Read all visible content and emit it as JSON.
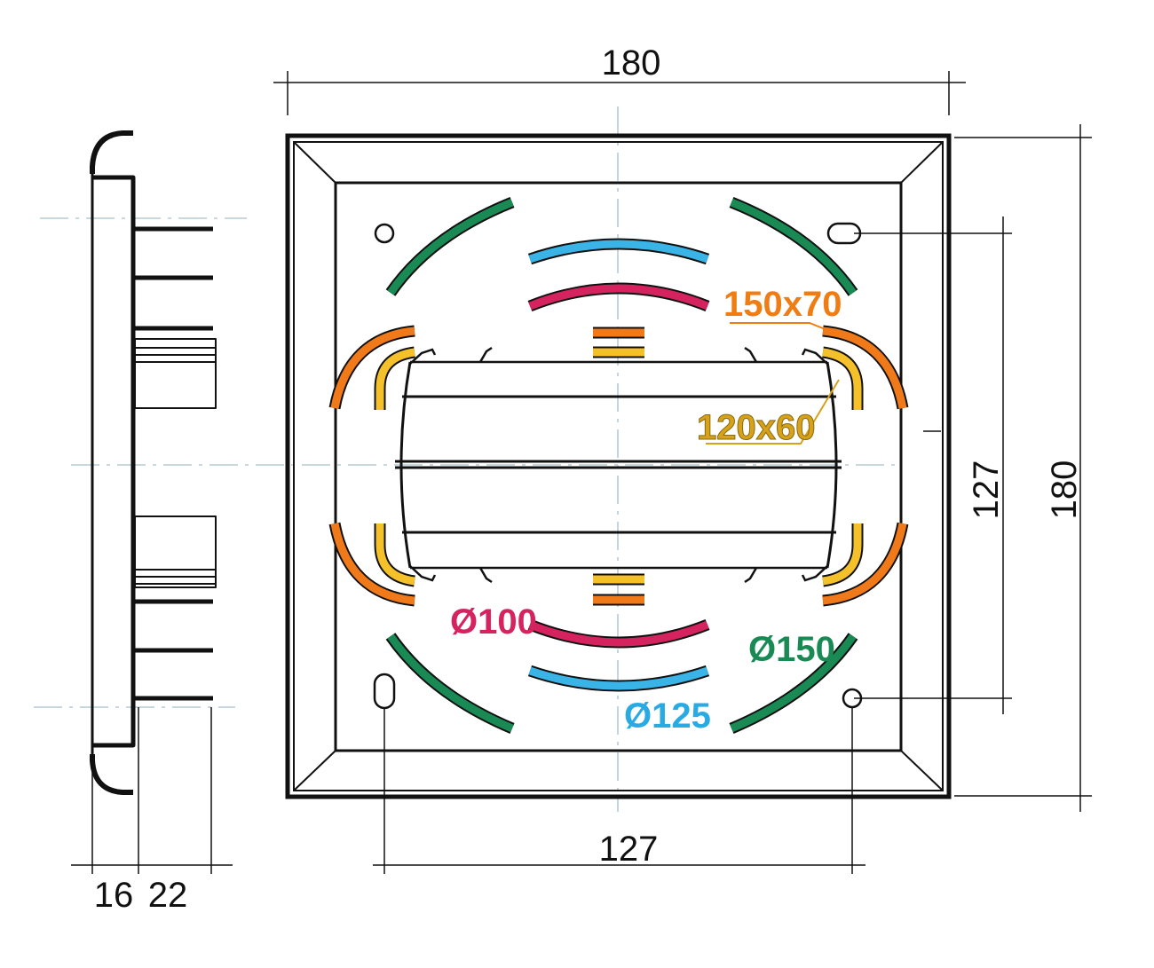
{
  "dimensions": {
    "top_width": "180",
    "right_height": "180",
    "right_hole_spacing": "127",
    "bottom_hole_spacing": "127",
    "side_depth_a": "16",
    "side_depth_b": "22"
  },
  "duct_labels": {
    "rect_150x70": "150x70",
    "rect_120x60": "120x60",
    "d100": "Ø100",
    "d125": "Ø125",
    "d150": "Ø150"
  },
  "colors": {
    "outline": "#111111",
    "centerline": "#a9c0cc",
    "d150_green": "#1a8a55",
    "d125_blue": "#3ab4e6",
    "d100_red": "#d4235f",
    "rect_150x70_orange": "#f07a1a",
    "rect_120x60_yellow": "#f5c12b",
    "label_150x70": "#ef7d14",
    "label_120x60": "#d7a21a",
    "label_d100": "#d4235f",
    "label_d125": "#2aaae2",
    "label_d150": "#1a8a55"
  }
}
